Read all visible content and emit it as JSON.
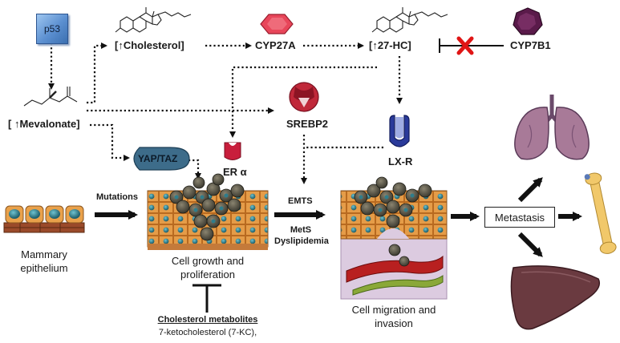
{
  "nodes": {
    "p53": "p53",
    "cholesterol": "[↑Cholesterol]",
    "cyp27a": "CYP27A",
    "hc27": "[↑27-HC]",
    "cyp7b1": "CYP7B1",
    "mevalonate": "[ ↑Mevalonate]",
    "srebp2": "SREBP2",
    "yaptaz": "YAP/TAZ",
    "er": "ER α",
    "lxr": "LX-R",
    "mutations": "Mutations",
    "emts": "EMTS",
    "mets": "MetS",
    "dyslipidemia": "Dyslipidemia",
    "metastasis": "Metastasis",
    "mammary_line1": "Mammary",
    "mammary_line2": "epithelium",
    "growth_line1": "Cell growth and",
    "growth_line2": "proliferation",
    "migration_line1": "Cell migration and",
    "migration_line2": "invasion",
    "metabolites_title": "Cholesterol metabolites",
    "metabolites_item": "7-ketocholesterol (7-KC),"
  },
  "colors": {
    "cyp27a": "#e8465a",
    "cyp7b1": "#5a1a4a",
    "srebp2": "#c0283a",
    "er": "#c81e3c",
    "lxr": "#2a3a9a",
    "yaptaz": "#3d6c8a",
    "inhibit_x": "#e01515",
    "cell_nucleus": "#2f7d8c",
    "cell_body": "#e9a14a",
    "organ_lung": "#a87a98",
    "organ_liver": "#6a3a40",
    "bone": "#f1c86a"
  },
  "icons": {
    "sterol_1": "sterol-structure-icon",
    "sterol_2": "sterol-structure-icon",
    "mevalonate": "mevalonate-structure-icon",
    "lung": "lung-icon",
    "bone": "bone-icon",
    "liver": "liver-icon"
  }
}
